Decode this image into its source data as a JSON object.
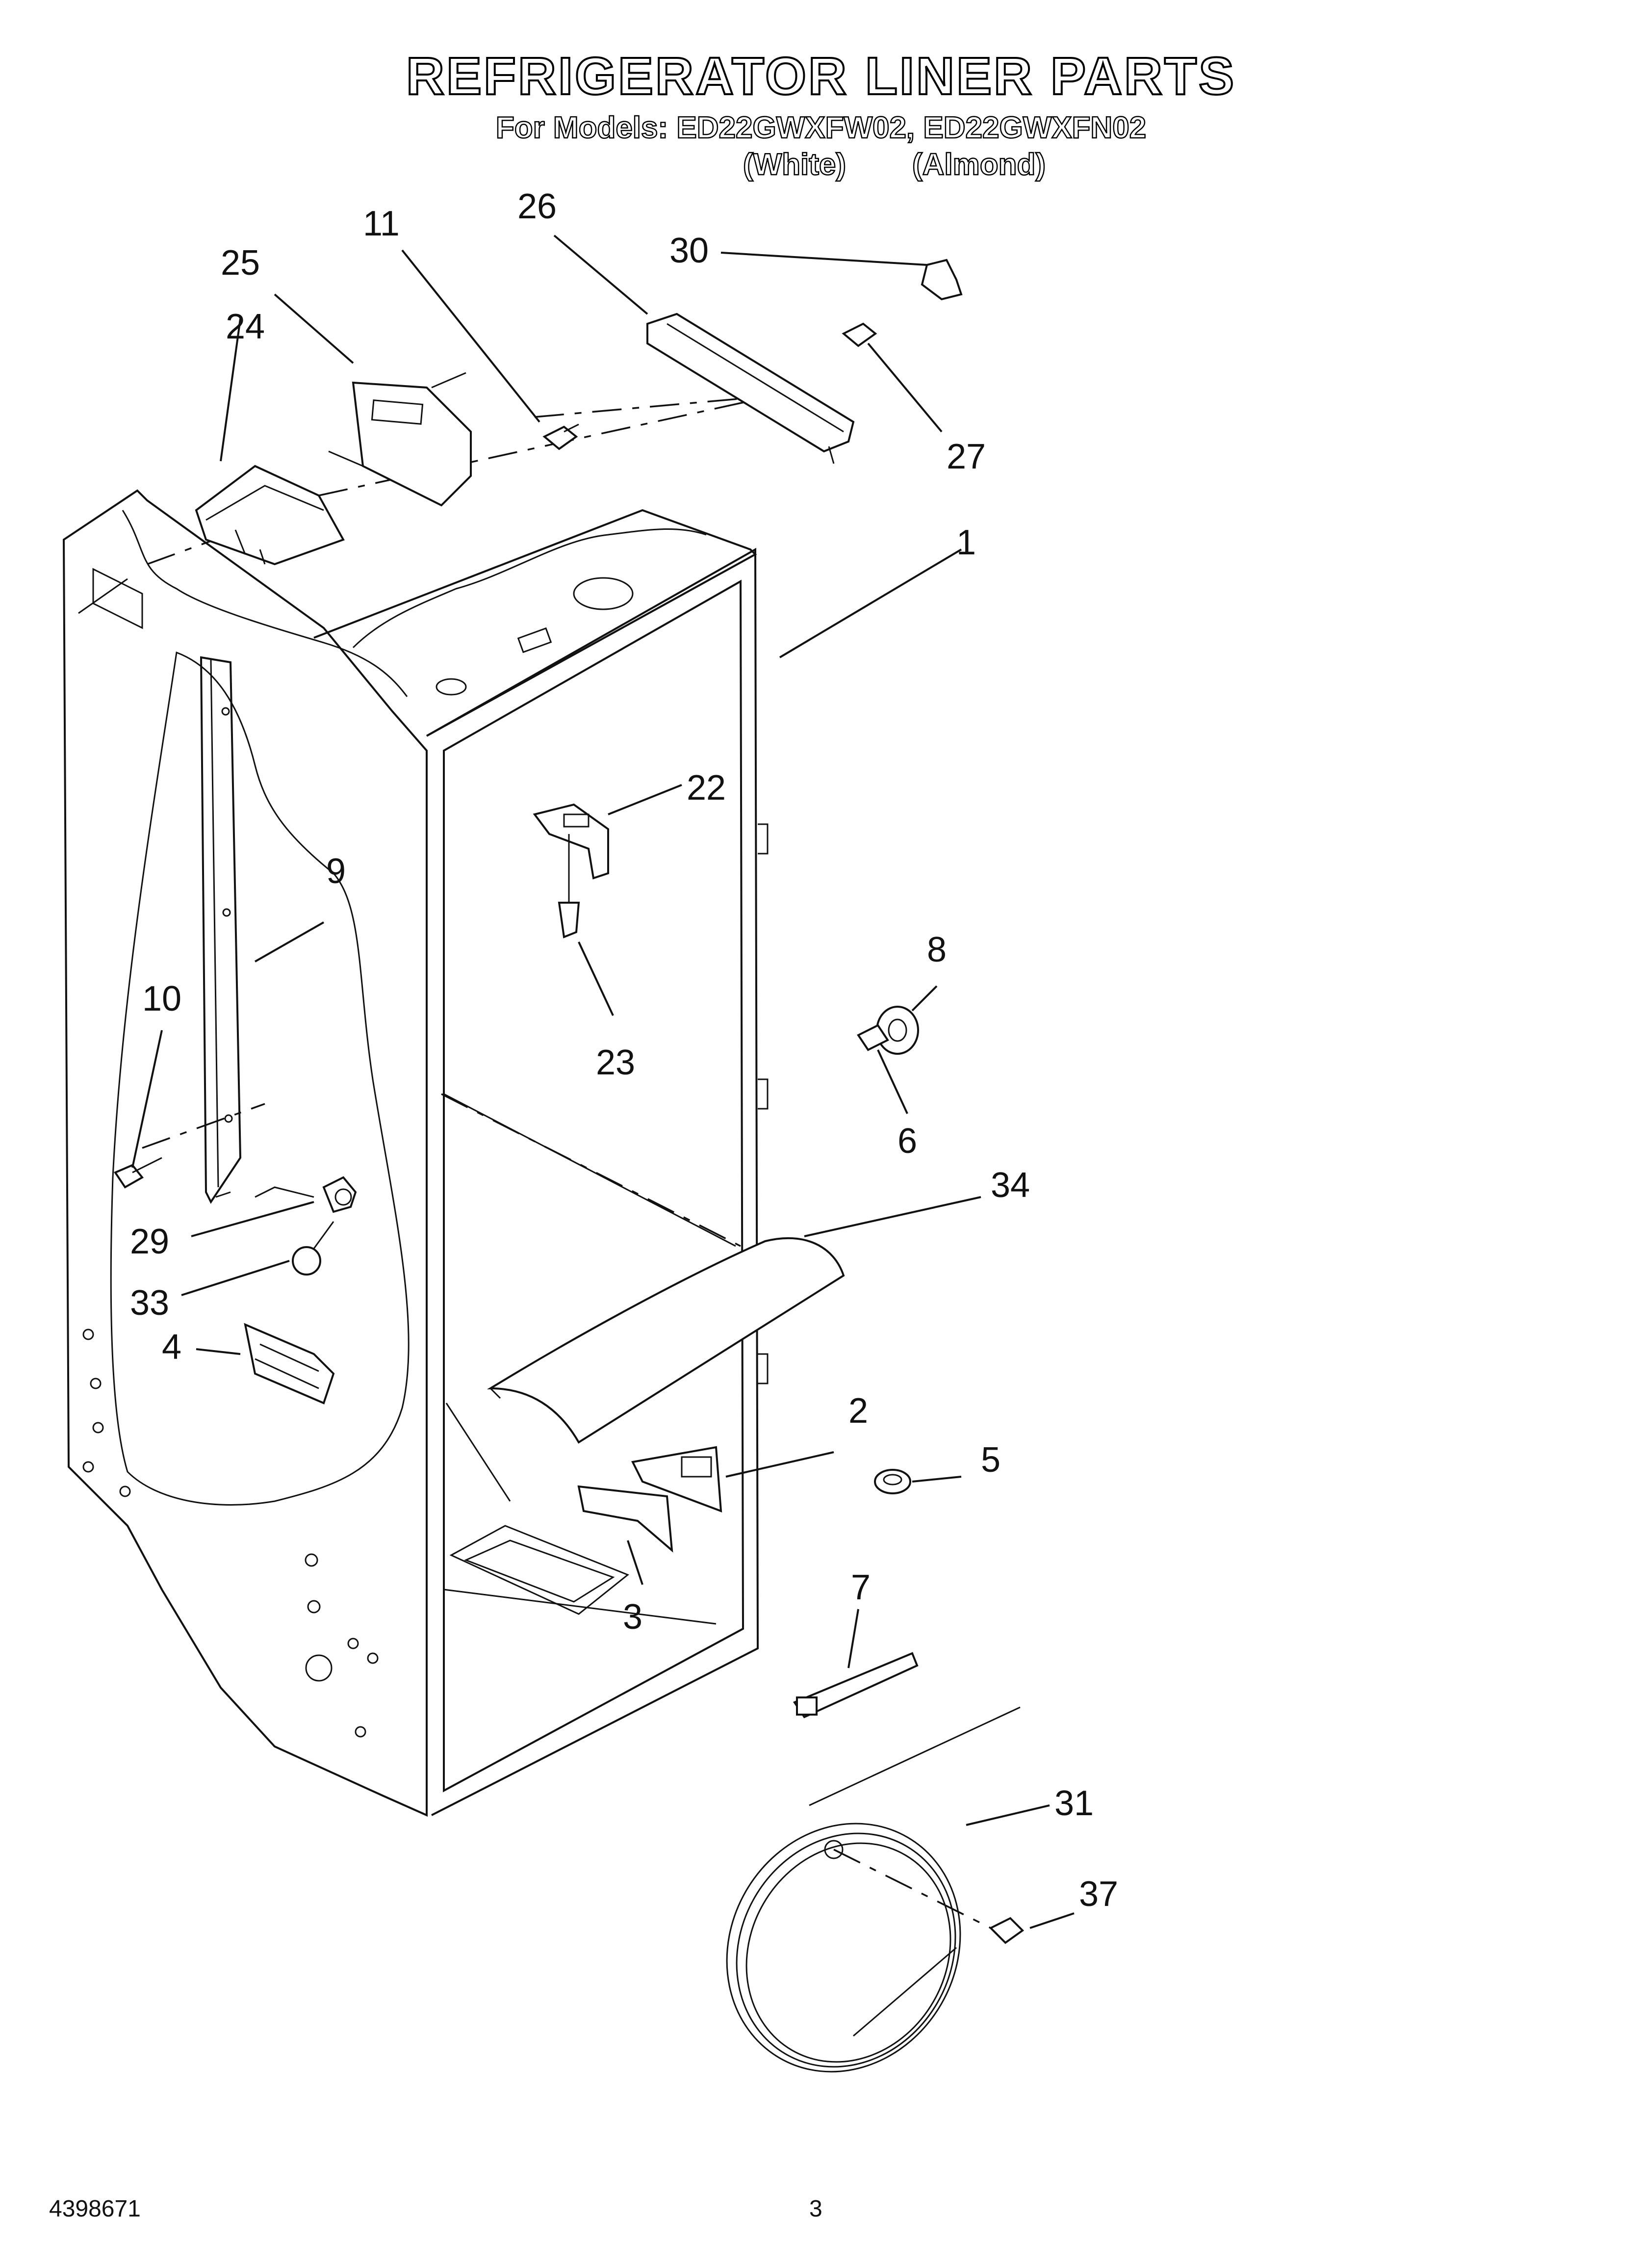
{
  "title": "REFRIGERATOR LINER PARTS",
  "models_line": "For Models: ED22GWXFW02, ED22GWXFN02",
  "model_colors": [
    "(White)",
    "(Almond)"
  ],
  "callouts": [
    "1",
    "2",
    "3",
    "4",
    "5",
    "6",
    "7",
    "8",
    "9",
    "10",
    "11",
    "22",
    "23",
    "24",
    "25",
    "26",
    "27",
    "29",
    "30",
    "31",
    "33",
    "34",
    "37"
  ],
  "footer": {
    "doc_number": "4398671",
    "page_number": "3"
  }
}
